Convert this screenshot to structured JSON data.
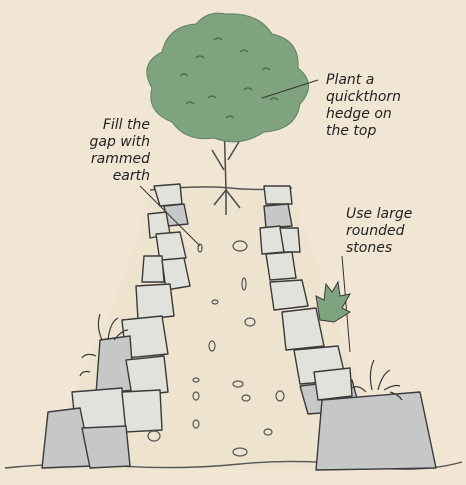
{
  "annotations": {
    "plant_hedge": "Plant a\nquickthorn\nhedge on\nthe top",
    "fill_gap": "Fill the\ngap with\nrammed\nearth",
    "large_stones": "Use large\nrounded\nstones"
  },
  "colors": {
    "background": "#f1e6d3",
    "earth_fill": "#ede3cf",
    "stone": "#c6c8c8",
    "stone_light": "#e2e2dc",
    "outline": "#3a3a3a",
    "foliage": "#7fa27f",
    "foliage_dark": "#5f805f"
  },
  "icons": [
    "tree-icon",
    "fern-icon",
    "grass-tuft-icon"
  ]
}
